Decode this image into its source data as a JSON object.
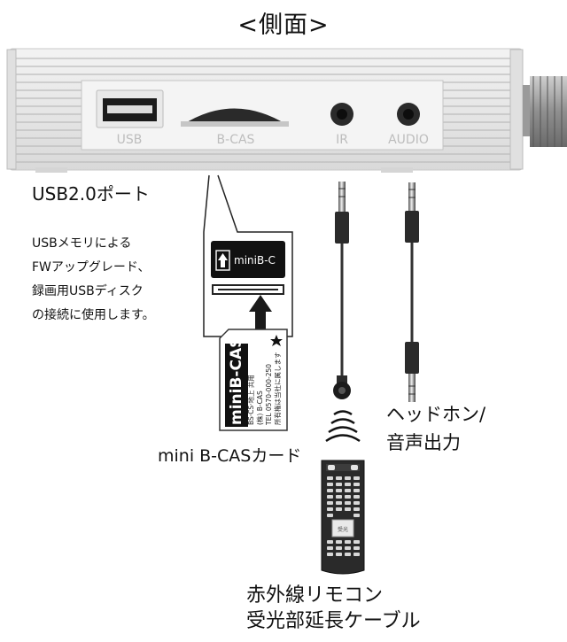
{
  "title": "<側面>",
  "ports": {
    "usb": "USB",
    "bcas": "B-CAS",
    "ir": "IR",
    "audio": "AUDIO"
  },
  "usb_port": {
    "title": "USB2.0ポート",
    "desc_lines": [
      "USBメモリによる",
      "FWアップグレード、",
      "録画用USBディスク",
      "の接続に使用します。"
    ]
  },
  "slot_label": "miniB-C",
  "card": {
    "brand": "miniB-CAS",
    "lines": [
      "BS·CS·地上 共用",
      "(株) B-CAS",
      "TEL 0570-000-250",
      "所有権は当社に属します"
    ]
  },
  "bcas_caption": "mini B-CASカード",
  "headphone_caption": [
    "ヘッドホン/",
    "音声出力"
  ],
  "ir_caption": [
    "赤外線リモコン",
    "受光部延長ケーブル"
  ],
  "remote_screen": "受光"
}
